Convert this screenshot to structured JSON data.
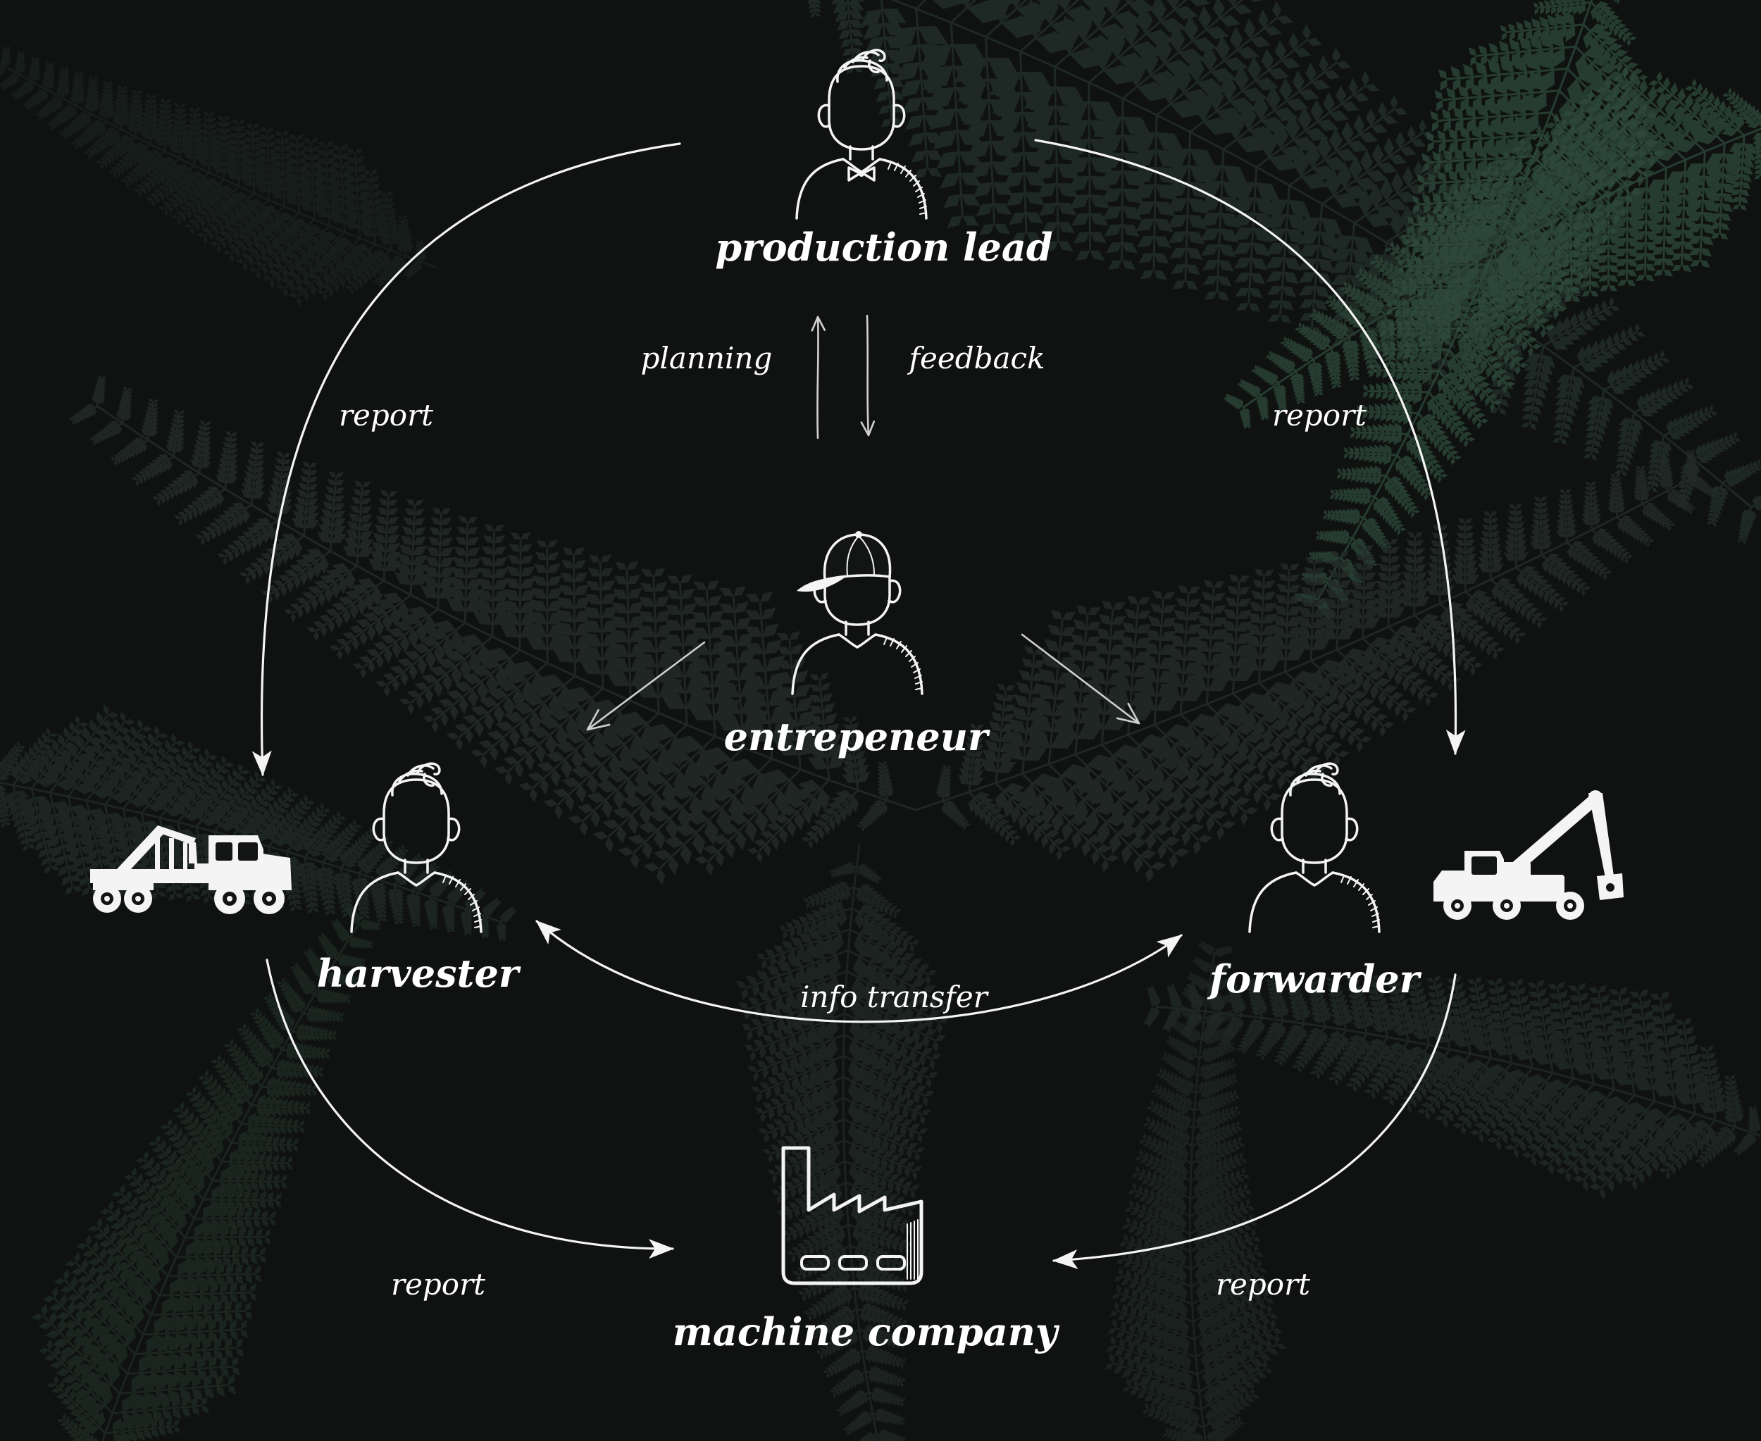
{
  "nodes": {
    "production_lead": "production lead",
    "entrepreneur": "entrepeneur",
    "harvester": "harvester",
    "forwarder": "forwarder",
    "machine_company": "machine company"
  },
  "edges": {
    "planning": "planning",
    "feedback": "feedback",
    "report_top_left": "report",
    "report_top_right": "report",
    "info_transfer": "info transfer",
    "report_bottom_left": "report",
    "report_bottom_right": "report"
  },
  "icons": {
    "production_lead": "person-bowtie-icon",
    "entrepreneur": "person-cap-icon",
    "harvester": "person-icon",
    "forwarder": "person-icon",
    "harvester_side_machine": "forest-machine-icon",
    "forwarder_side_machine": "forest-machine-icon",
    "machine_company": "factory-icon"
  },
  "colors": {
    "background": "#121513",
    "line": "#f4f4f4",
    "secondary_line": "#d0d0d0",
    "text": "#ffffff"
  }
}
